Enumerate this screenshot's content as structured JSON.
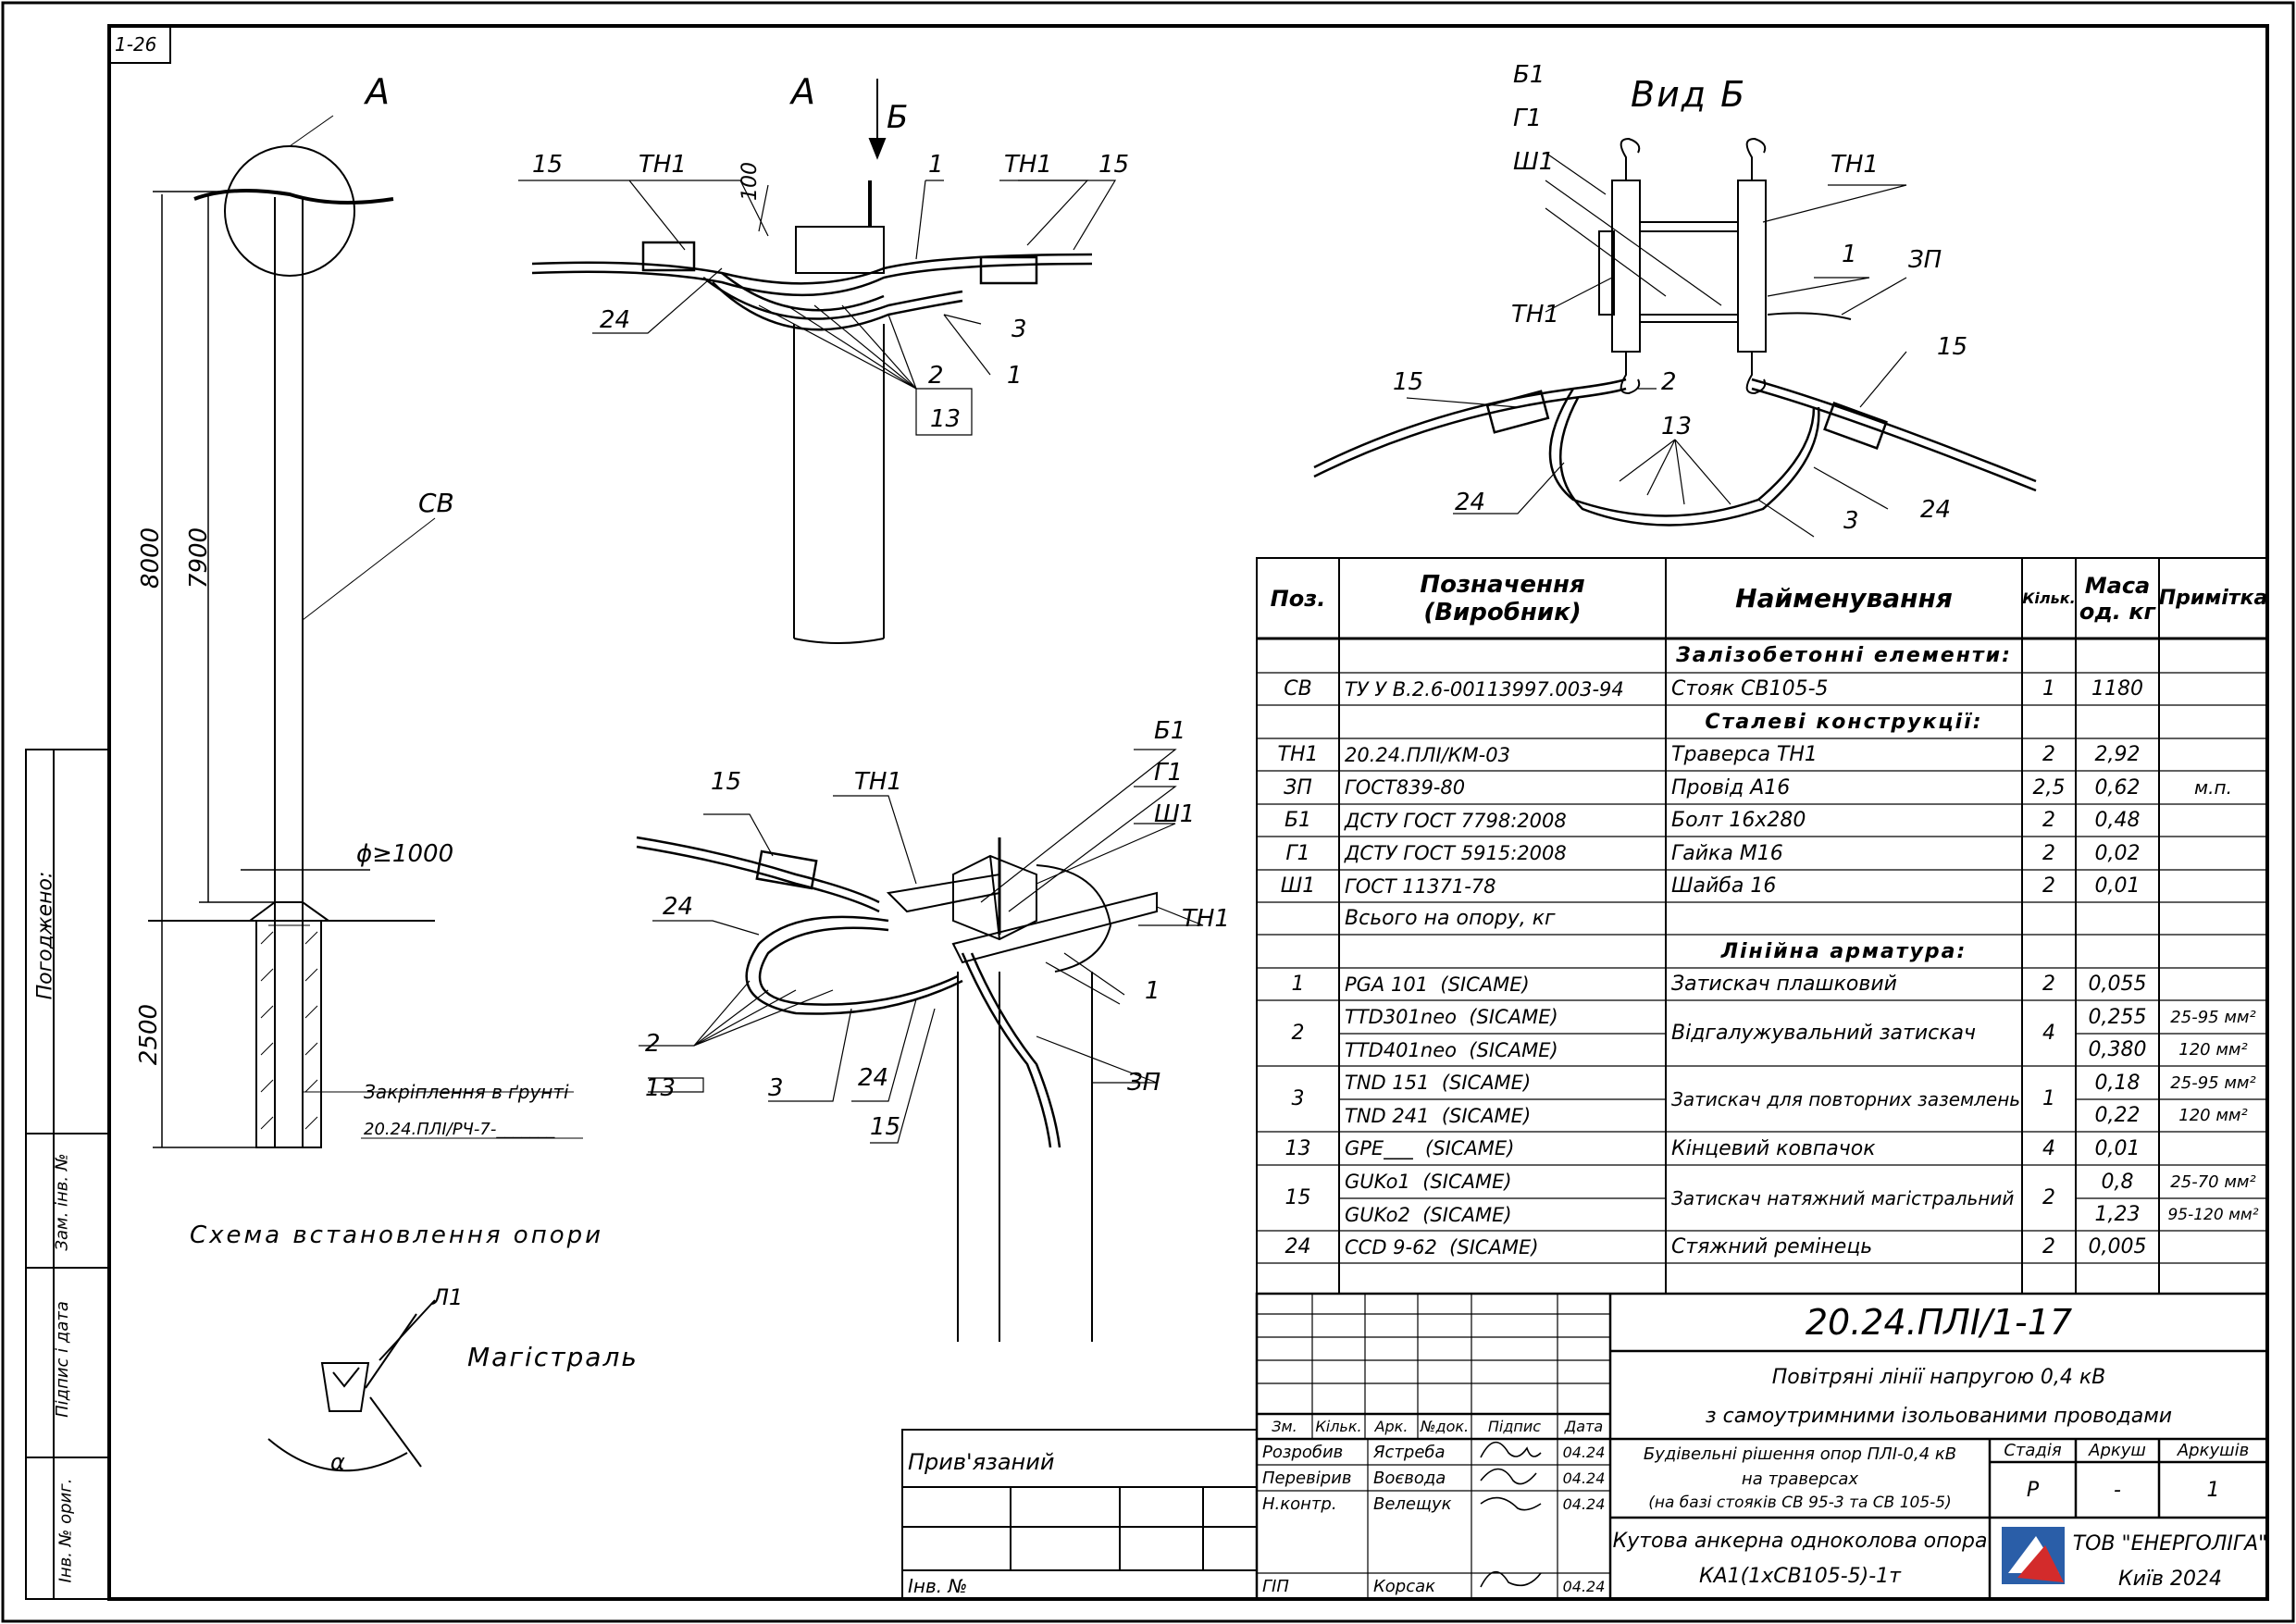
{
  "sheet_id": "1-26",
  "drawing": {
    "title_scheme": "Схема встановлення опори",
    "label_A_left": "А",
    "label_A_center": "А",
    "label_B_arrow": "Б",
    "view_B": "Вид Б",
    "dim_8000": "8000",
    "dim_7900": "7900",
    "dim_2500": "2500",
    "dim_100": "100",
    "diam": "ϕ≥1000",
    "label_sv": "СВ",
    "fixing": "Закріплення в ґрунті",
    "fixing_ref": "20.24.ПЛІ/РЧ-7-_______",
    "magistral": "Магістраль",
    "l1": "Л1",
    "alpha": "α",
    "callouts": {
      "c15": "15",
      "tn1": "ТН1",
      "c1": "1",
      "c24": "24",
      "c3": "3",
      "c2": "2",
      "c13": "13",
      "b1": "Б1",
      "g1": "Г1",
      "sh1": "Ш1",
      "zp": "ЗП"
    }
  },
  "side": {
    "approved": "Погоджено:",
    "inv_zam": "Зам. інв. №",
    "sign_date": "Підпис і дата",
    "inv_orig": "Інв. № ориг."
  },
  "spec_table": {
    "headers": {
      "pos": "Поз.",
      "designation": "Позначення (Виробник)",
      "name": "Найменування",
      "qty": "Кільк.",
      "mass": "Маса од. кг",
      "note": "Примітка"
    },
    "sections": {
      "rc": "Залізобетонні елементи:",
      "steel": "Сталеві конструкції:",
      "line": "Лінійна арматура:"
    },
    "rows": {
      "sv": [
        "СВ",
        "ТУ У В.2.6-00113997.003-94",
        "Стояк СВ105-5",
        "1",
        "1180",
        ""
      ],
      "tn1": [
        "ТН1",
        "20.24.ПЛІ/КМ-03",
        "Траверса ТН1",
        "2",
        "2,92",
        ""
      ],
      "zp": [
        "ЗП",
        "ГОСТ839-80",
        "Провід А16",
        "2,5",
        "0,62",
        "м.п."
      ],
      "b1": [
        "Б1",
        "ДСТУ ГОСТ 7798:2008",
        "Болт 16х280",
        "2",
        "0,48",
        ""
      ],
      "g1": [
        "Г1",
        "ДСТУ ГОСТ 5915:2008",
        "Гайка М16",
        "2",
        "0,02",
        ""
      ],
      "sh1": [
        "Ш1",
        "ГОСТ 11371-78",
        "Шайба 16",
        "2",
        "0,01",
        ""
      ],
      "total": "Всього на опору, кг",
      "r1": [
        "1",
        "PGA 101  (SICAME)",
        "Затискач плашковий",
        "2",
        "0,055",
        ""
      ],
      "r2": {
        "pos": "2",
        "d1": "TTD301neo  (SICAME)",
        "d2": "TTD401neo  (SICAME)",
        "name": "Відгалужувальний затискач",
        "qty": "4",
        "m1": "0,255",
        "m2": "0,380",
        "n1": "25-95 мм²",
        "n2": "120 мм²"
      },
      "r3": {
        "pos": "3",
        "d1": "TND 151  (SICAME)",
        "d2": "TND 241  (SICAME)",
        "name": "Затискач для повторних заземлень",
        "qty": "1",
        "m1": "0,18",
        "m2": "0,22",
        "n1": "25-95 мм²",
        "n2": "120 мм²"
      },
      "r13": [
        "13",
        "GPE___  (SICAME)",
        "Кінцевий ковпачок",
        "4",
        "0,01",
        ""
      ],
      "r15": {
        "pos": "15",
        "d1": "GUKo1  (SICAME)",
        "d2": "GUKo2  (SICAME)",
        "name": "Затискач натяжний магістральний",
        "qty": "2",
        "m1": "0,8",
        "m2": "1,23",
        "n1": "25-70 мм²",
        "n2": "95-120 мм²"
      },
      "r24": [
        "24",
        "CCD 9-62  (SICAME)",
        "Стяжний ремінець",
        "2",
        "0,005",
        ""
      ]
    }
  },
  "title_block": {
    "code": "20.24.ПЛІ/1-17",
    "desc1": "Повітряні лінії напругою 0,4 кВ",
    "desc2": "з самоутримними ізольованими проводами",
    "sub1": "Будівельні рішення опор ПЛІ-0,4 кВ",
    "sub2": "на траверсах",
    "sub3": "(на базі стояків СВ 95-3 та СВ 105-5)",
    "stage_h": "Стадія",
    "sheet_h": "Аркуш",
    "sheets_h": "Аркушів",
    "stage": "Р",
    "sheet": "-",
    "sheets": "1",
    "drawing_name1": "Кутова анкерна одноколова опора",
    "drawing_name2": "КА1(1хСВ105-5)-1т",
    "company": "ТОВ \"ЕНЕРГОЛІГА\"",
    "city": "Київ 2024",
    "cols": [
      "Зм.",
      "Кільк.",
      "Арк.",
      "№док.",
      "Підпис",
      "Дата"
    ],
    "people": [
      {
        "role": "Розробив",
        "name": "Ястреба",
        "date": "04.24"
      },
      {
        "role": "Перевірив",
        "name": "Воєвода",
        "date": "04.24"
      },
      {
        "role": "Н.контр.",
        "name": "Велещук",
        "date": "04.24"
      },
      {
        "role": "ГІП",
        "name": "Корсак",
        "date": "04.24"
      }
    ],
    "linked": "Прив'язаний",
    "inv_no": "Інв. №"
  }
}
